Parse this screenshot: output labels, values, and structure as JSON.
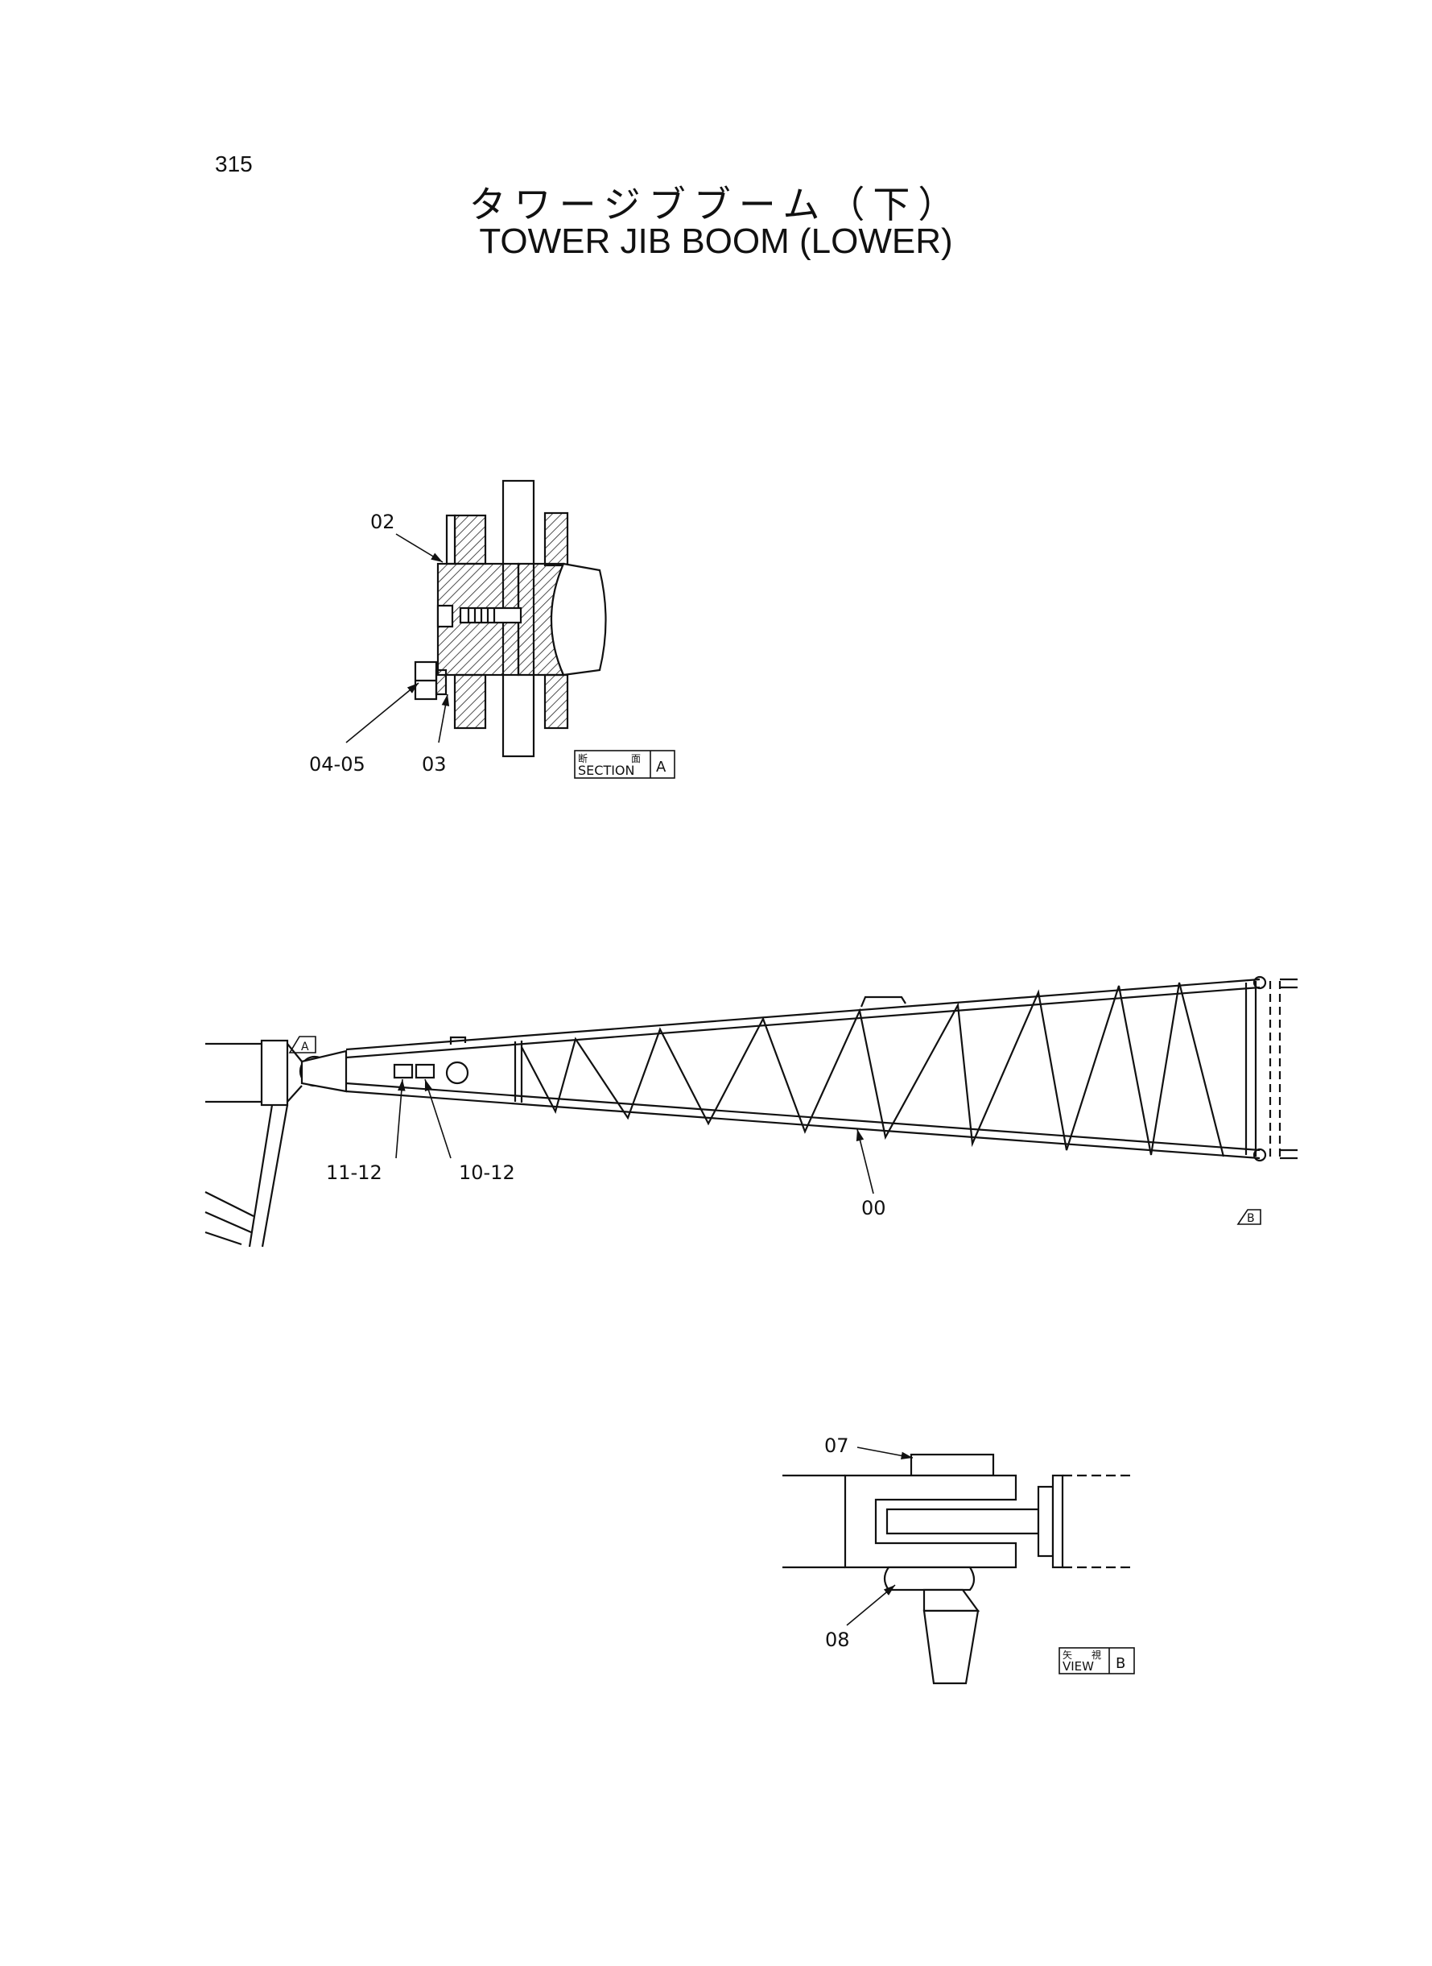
{
  "page": {
    "number": "315",
    "title_jp": "タワージブブーム（下）",
    "title_en": "TOWER JIB BOOM (LOWER)"
  },
  "callouts": {
    "c02": "02",
    "c03": "03",
    "c04_05": "04-05",
    "c00": "00",
    "c11_12": "11-12",
    "c10_12": "10-12",
    "c07": "07",
    "c08": "08"
  },
  "section_a": {
    "kanji_left": "断",
    "kanji_right": "面",
    "label": "SECTION",
    "letter": "A"
  },
  "view_b": {
    "kanji_left": "矢",
    "kanji_right": "視",
    "label": "VIEW",
    "letter": "B"
  },
  "markers": {
    "a": "A",
    "b": "B"
  }
}
